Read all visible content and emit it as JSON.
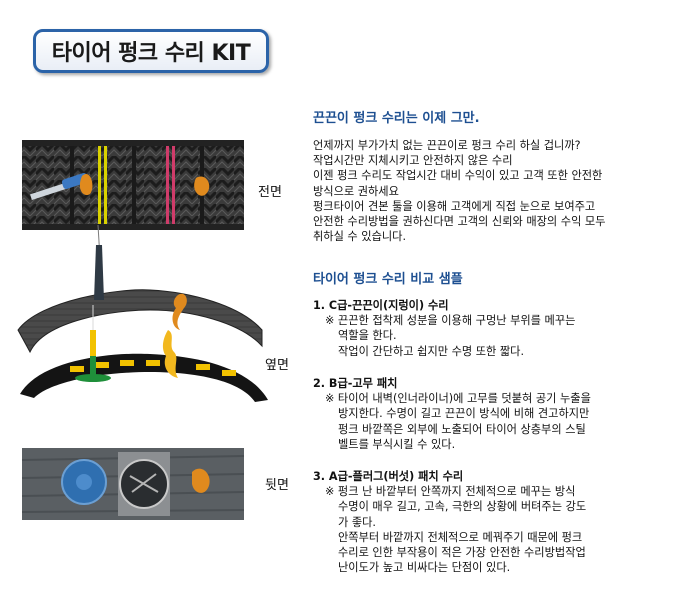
{
  "title": "타이어 펑크 수리 KIT",
  "labels": {
    "front": "전면",
    "side": "옆면",
    "back": "뒷면"
  },
  "heading1": "끈끈이 펑크 수리는 이제 그만.",
  "intro": [
    "언제까지 부가가치 없는 끈끈이로 펑크 수리 하실 겁니까?",
    "작업시간만 지체시키고  안전하지 않은 수리",
    "이젠 펑크 수리도 작업시간 대비 수익이 있고  고객 또한  안전한",
    "방식으로 권하세요",
    "펑크타이어 견본 툴을 이용해 고객에게 직접 눈으로 보여주고",
    "안전한 수리방법을 권하신다면 고객의 신뢰와 매장의 수익 모두",
    "취하실 수 있습니다."
  ],
  "heading2": "타이어 펑크 수리 비교 샘플",
  "items": [
    {
      "head": "1. C급-끈끈이(지렁이)  수리",
      "lines": [
        "※ 끈끈한 접착제 성분을 이용해 구멍난 부위를 메꾸는",
        "역할을 한다.",
        "작업이 간단하고 쉽지만 수명 또한 짧다."
      ]
    },
    {
      "head": "2. B급-고무 패치",
      "lines": [
        "※ 타이어 내벽(인너라이너)에  고무를 덧붙혀 공기 누출을",
        "방지한다. 수명이 길고 끈끈이 방식에 비해 견고하지만",
        "펑크 바깥쪽은 외부에 노출되어 타이어 상층부의 스틸",
        "벨트를 부식시킬 수 있다."
      ]
    },
    {
      "head": "3. A급-플러그(버섯)  패치 수리",
      "lines": [
        "※ 펑크 난 바깥부터 안쪽까지 전체적으로 메꾸는 방식",
        "수명이 매우 길고, 고속, 극한의 상황에 버텨주는 강도",
        "가 좋다.",
        "안쪽부터 바깥까지 전체적으로 메꿔주기 때문에 펑크",
        "수리로 인한 부작용이 적은 가장 안전한 수리방법작업",
        "난이도가 높고 비싸다는 단점이 있다."
      ]
    }
  ],
  "colors": {
    "title_border": "#2b63a8",
    "heading": "#1d4f91",
    "plug_orange": "#e08a1e",
    "patch_yellow": "#f2c200",
    "patch_blue": "#2f6fb0"
  }
}
